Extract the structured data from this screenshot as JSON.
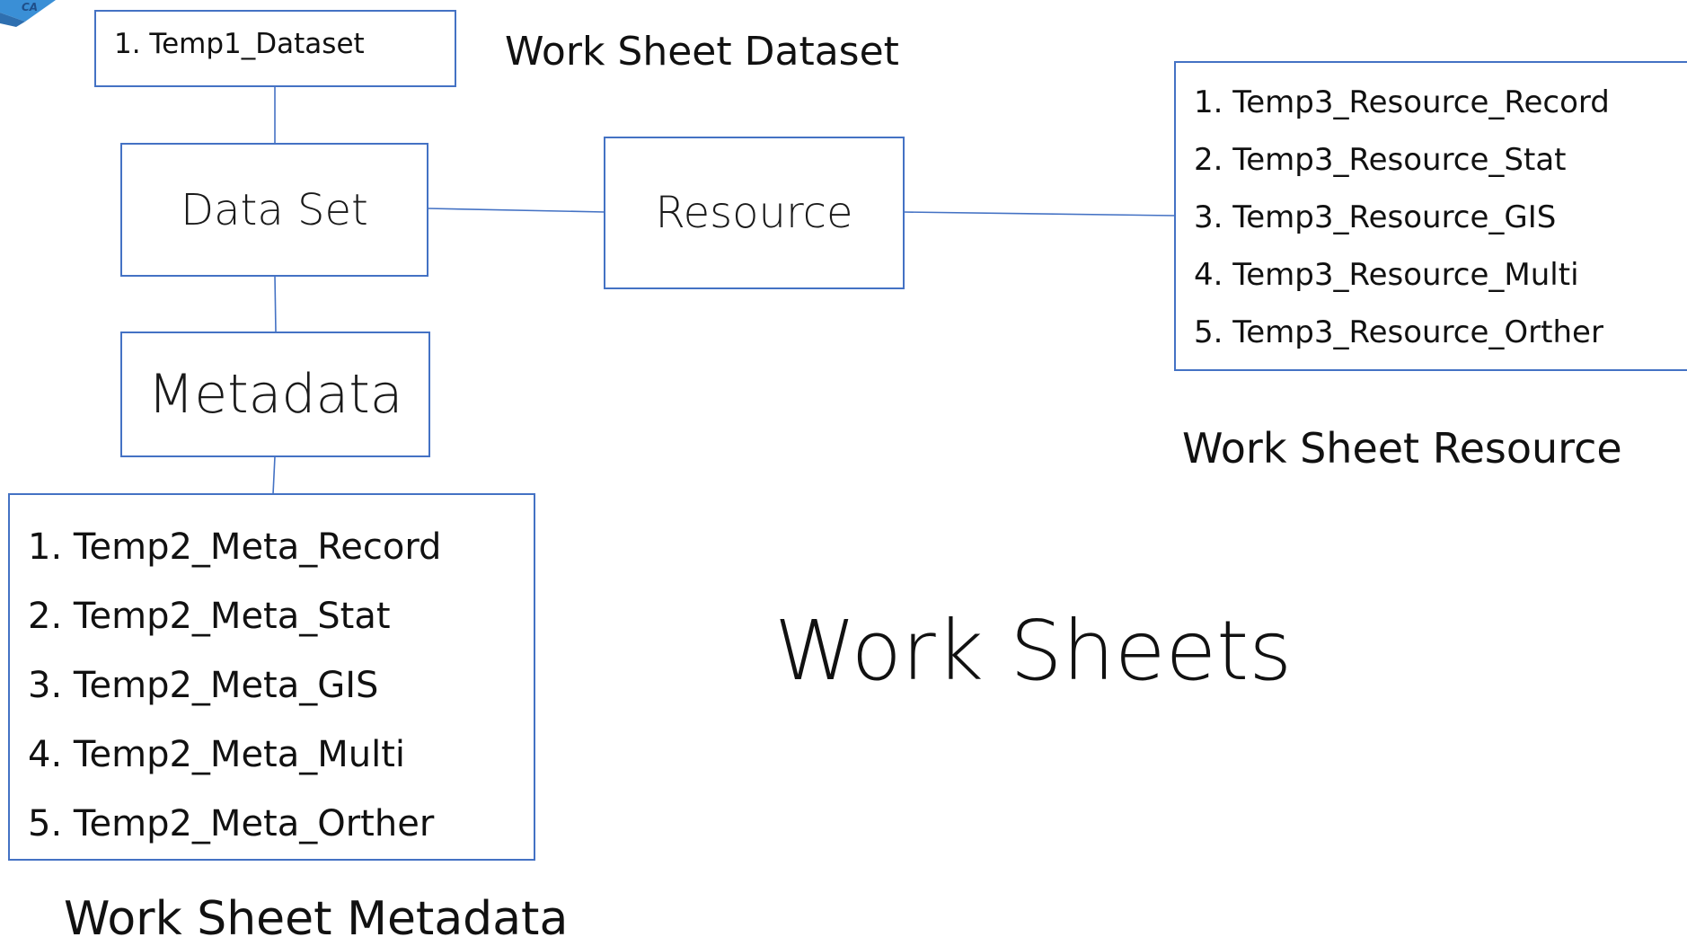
{
  "colors": {
    "box_border": "#4472C4",
    "connector": "#4472C4",
    "text": "#111111",
    "logo": "#3A8FD6"
  },
  "logo": {
    "icon": "corner-logo-icon",
    "text": "CA"
  },
  "dataset_box": {
    "items": [
      "1. Temp1_Dataset"
    ]
  },
  "nodes": {
    "dataset": "Data Set",
    "resource": "Resource",
    "metadata": "Metadata"
  },
  "metadata_box": {
    "items": [
      "1. Temp2_Meta_Record",
      "2. Temp2_Meta_Stat",
      "3. Temp2_Meta_GIS",
      "4. Temp2_Meta_Multi",
      "5. Temp2_Meta_Orther"
    ]
  },
  "resource_box": {
    "items": [
      "1. Temp3_Resource_Record",
      "2. Temp3_Resource_Stat",
      "3. Temp3_Resource_GIS",
      "4. Temp3_Resource_Multi",
      "5. Temp3_Resource_Orther"
    ]
  },
  "captions": {
    "dataset": "Work Sheet Dataset",
    "resource": "Work Sheet Resource",
    "metadata": "Work Sheet Metadata",
    "main_title": "Work Sheets"
  }
}
